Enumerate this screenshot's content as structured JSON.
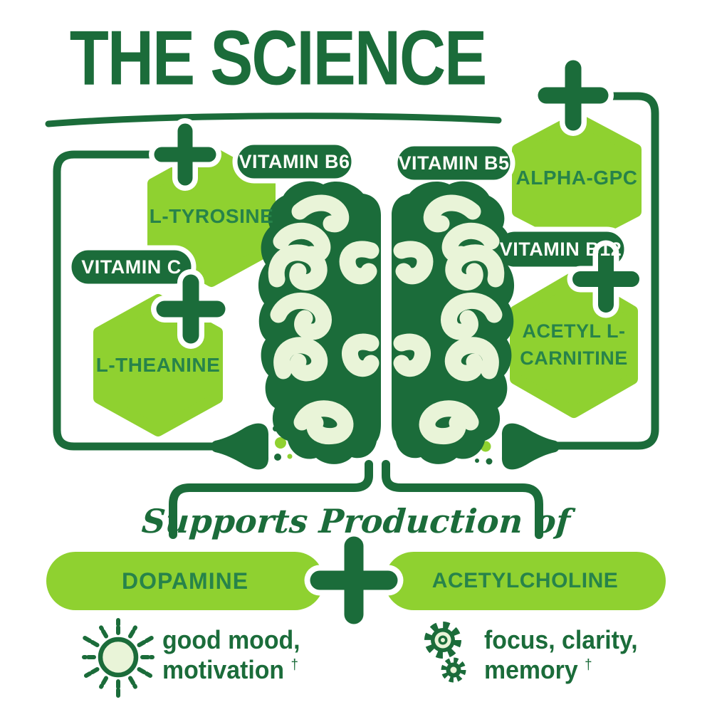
{
  "colors": {
    "dark_green": "#1b6c3a",
    "label_green": "#27834a",
    "light_green": "#8fd130",
    "pale_green": "#e9f4d8",
    "white": "#ffffff"
  },
  "header": {
    "title": "THE SCIENCE"
  },
  "ingredients": {
    "l_tyrosine": "L-TYROSINE",
    "vitamin_c": "VITAMIN C",
    "l_theanine": "L-THEANINE",
    "vitamin_b6": "VITAMIN B6",
    "vitamin_b5": "VITAMIN B5",
    "alpha_gpc": "ALPHA-GPC",
    "vitamin_b12": "VITAMIN B12",
    "acetyl_l_carnitine_line1": "ACETYL L-",
    "acetyl_l_carnitine_line2": "CARNITINE"
  },
  "supports": {
    "heading": "Supports Production of"
  },
  "outputs": {
    "dopamine": "DOPAMINE",
    "acetylcholine": "ACETYLCHOLINE"
  },
  "benefits": {
    "dopamine": {
      "line1": "good mood,",
      "line2": "motivation",
      "footnote_mark": "†"
    },
    "acetylcholine": {
      "line1": "focus, clarity,",
      "line2": "memory",
      "footnote_mark": "†"
    }
  },
  "icons": {
    "dopamine_benefit": "sun-icon",
    "acetylcholine_benefit": "gears-icon",
    "combiner": "plus-icon",
    "center": "brain-illustration",
    "terminal": "synapse-icon"
  }
}
